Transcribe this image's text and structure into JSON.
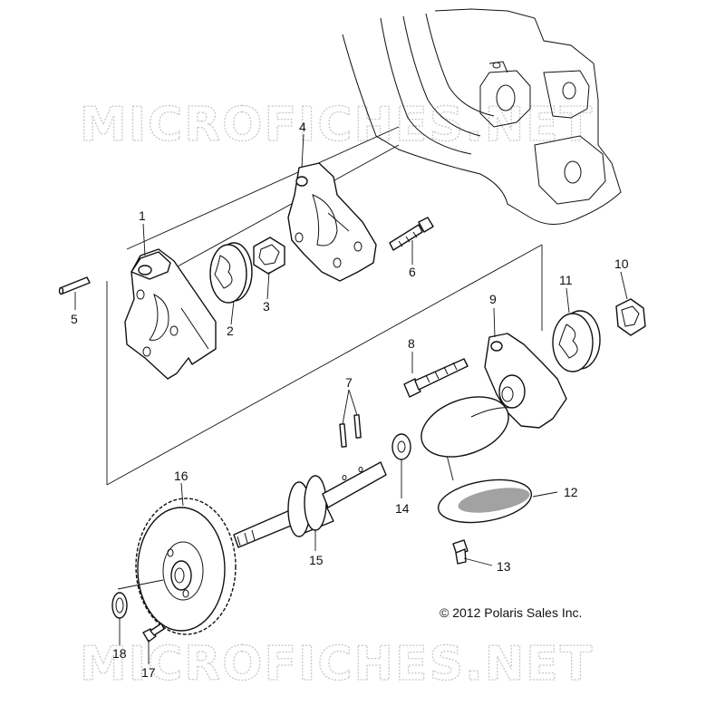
{
  "watermark": {
    "top": "MICROFICHES.NET",
    "bottom": "MICROFICHES.NET"
  },
  "copyright": "© 2012 Polaris Sales Inc.",
  "callouts": [
    "1",
    "2",
    "3",
    "4",
    "5",
    "6",
    "7",
    "8",
    "9",
    "10",
    "11",
    "12",
    "13",
    "14",
    "15",
    "16",
    "17",
    "18"
  ],
  "colors": {
    "line": "#111111",
    "watermark": "#c7c7c7",
    "background": "#ffffff"
  }
}
